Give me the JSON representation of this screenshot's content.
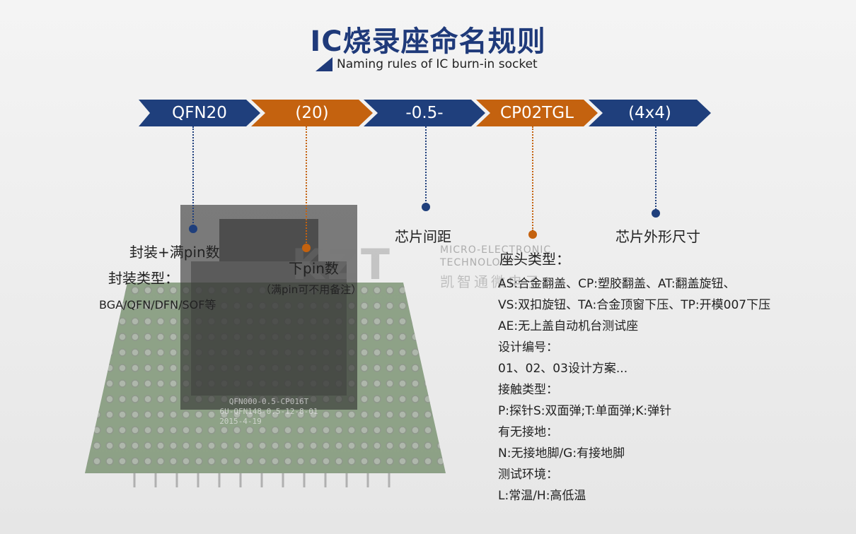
{
  "header": {
    "title": "IC烧录座命名规则",
    "subtitle": "Naming rules of IC burn-in socket"
  },
  "segments": [
    {
      "label": "QFN20",
      "color": "#1f3f7c"
    },
    {
      "label": "(20)",
      "color": "#c4620f"
    },
    {
      "label": "-0.5-",
      "color": "#1f3f7c"
    },
    {
      "label": "CP02TGL",
      "color": "#c4620f"
    },
    {
      "label": "(4x4)",
      "color": "#1f3f7c"
    }
  ],
  "desc": {
    "package": {
      "title": "封装+满pin数",
      "type_label": "封装类型：",
      "types": "BGA/QFN/DFN/SOF等"
    },
    "pins": {
      "title": "下pin数",
      "note": "（满pin可不用备注）"
    },
    "pitch": {
      "title": "芯片间距"
    },
    "head": {
      "title": "座头类型：",
      "lines": [
        "AS:合金翻盖、CP:塑胶翻盖、AT:翻盖旋钮、",
        "VS:双扣旋钮、TA:合金顶窗下压、TP:开模007下压",
        "AE:无上盖自动机台测试座",
        "设计编号：",
        "01、02、03设计方案...",
        "接触类型：",
        "P:探针S:双面弹;T:单面弹;K:弹针",
        "有无接地：",
        "N:无接地脚/G:有接地脚",
        "测试环境：",
        "L:常温/H:高低温"
      ]
    },
    "size": {
      "title": "芯片外形尺寸"
    }
  },
  "watermark": {
    "logo": "KZT",
    "en_line1": "MICRO-ELECTRONIC",
    "en_line2": "TECHNOLOGY",
    "cn": "凯智通微电子"
  },
  "photo": {
    "label1": "QFN000-0.5-CP016T",
    "label2": "6U-QFN148-0.5-12-8-01",
    "label3": "2015-4-19"
  },
  "colors": {
    "blue": "#1f3f7c",
    "orange": "#c4620f",
    "title": "#1f3a7a"
  }
}
